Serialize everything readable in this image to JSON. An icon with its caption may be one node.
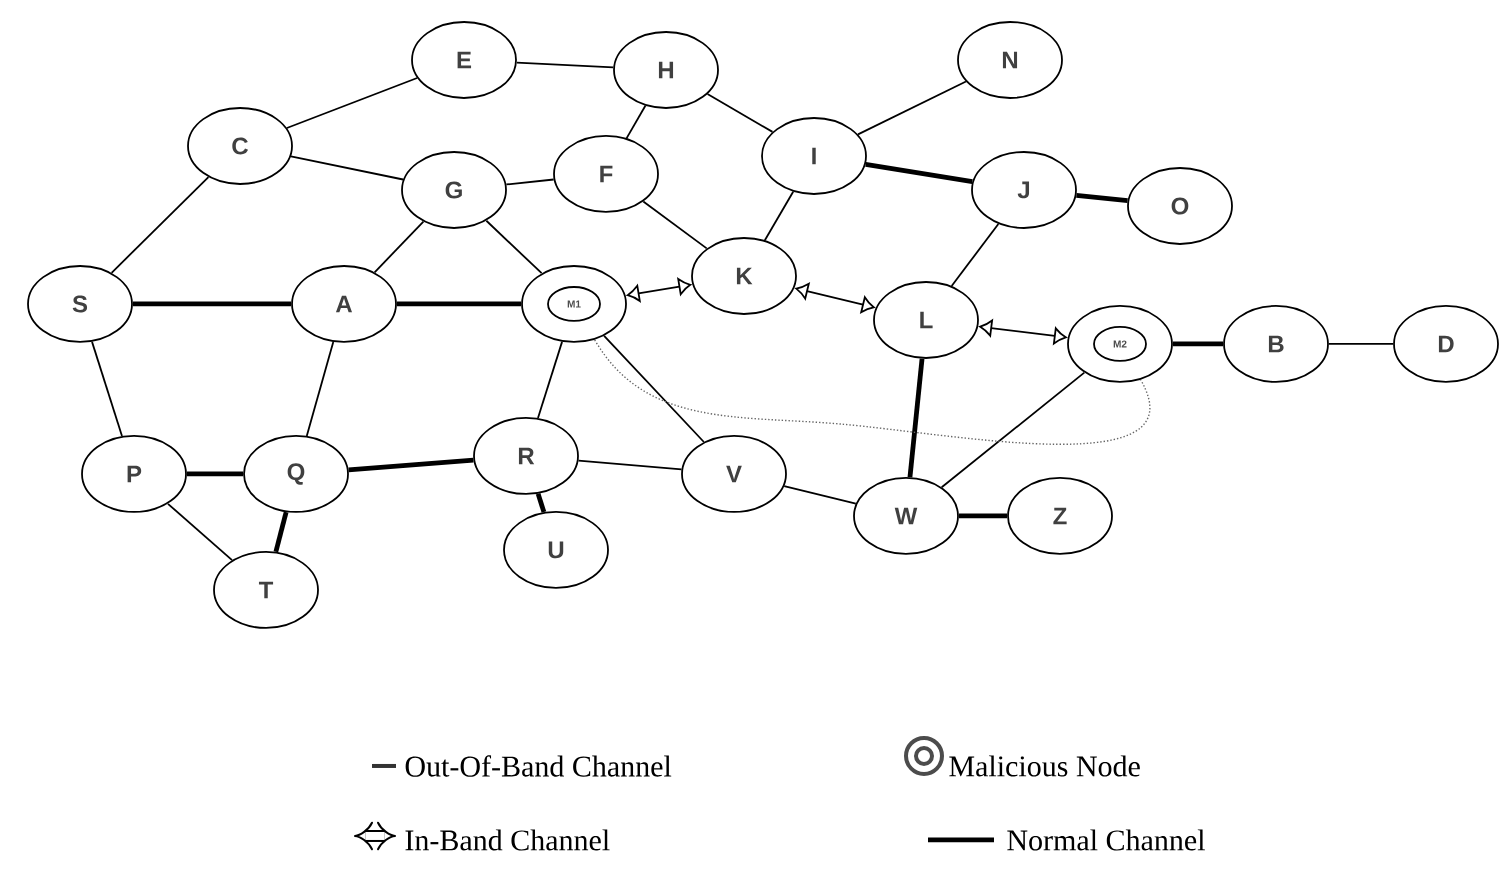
{
  "diagram": {
    "nodes": [
      {
        "text": [
          "E"
        ]
      },
      {
        "text": [
          "H"
        ]
      },
      {
        "text": [
          "N"
        ]
      },
      {
        "text": [
          "C"
        ]
      },
      {
        "text": [
          "G"
        ]
      },
      {
        "text": [
          "F"
        ]
      },
      {
        "text": [
          "I"
        ]
      },
      {
        "text": [
          "J"
        ]
      },
      {
        "text": [
          "O"
        ]
      },
      {
        "text": [
          "K"
        ]
      },
      {
        "text": [
          "S"
        ]
      },
      {
        "text": [
          "A"
        ]
      },
      {
        "text": [],
        "shape": "circle"
      },
      {
        "text": [
          "M1"
        ],
        "in": 12
      },
      {
        "text": [
          "L"
        ]
      },
      {
        "text": [],
        "shape": "circle"
      },
      {
        "text": [
          "M2"
        ],
        "in": 15
      },
      {
        "text": [
          "B"
        ]
      },
      {
        "text": [
          "D"
        ]
      },
      {
        "text": [
          "R"
        ]
      },
      {
        "text": [
          "P"
        ]
      },
      {
        "text": [
          "Q"
        ]
      },
      {
        "text": [
          "V"
        ]
      },
      {
        "text": [
          "W"
        ]
      },
      {
        "text": [
          "Z"
        ]
      },
      {
        "text": [
          "U"
        ]
      },
      {
        "text": [
          "T"
        ]
      }
    ],
    "edges": [
      {
        "from": 3,
        "to": 0,
        "arrow": "none"
      },
      {
        "from": 3,
        "to": 4,
        "arrow": "none"
      },
      {
        "from": 3,
        "to": 10,
        "arrow": "none"
      },
      {
        "from": 0,
        "to": 1,
        "arrow": "none"
      },
      {
        "from": 1,
        "to": 5,
        "arrow": "none"
      },
      {
        "from": 1,
        "to": 6,
        "arrow": "none"
      },
      {
        "from": 4,
        "to": 5,
        "arrow": "none"
      },
      {
        "from": 4,
        "to": 11,
        "arrow": "none"
      },
      {
        "from": 4,
        "to": 12,
        "arrow": "none"
      },
      {
        "from": 5,
        "to": 9,
        "arrow": "none"
      },
      {
        "from": 6,
        "to": 2,
        "arrow": "none"
      },
      {
        "from": 6,
        "to": 7,
        "arrow": "none",
        "style": "thick"
      },
      {
        "from": 6,
        "to": 9,
        "arrow": "none"
      },
      {
        "from": 7,
        "to": 8,
        "arrow": "none",
        "style": "thick"
      },
      {
        "from": 7,
        "to": 14,
        "arrow": "none"
      },
      {
        "from": 12,
        "to": 9,
        "arrow": "both"
      },
      {
        "from": 9,
        "to": 14,
        "arrow": "both"
      },
      {
        "from": 14,
        "to": 15,
        "arrow": "both"
      },
      {
        "from": 15,
        "to": 17,
        "arrow": "none",
        "style": "thick"
      },
      {
        "from": 17,
        "to": 18,
        "arrow": "none"
      },
      {
        "from": 10,
        "to": 11,
        "arrow": "none",
        "style": "thick"
      },
      {
        "from": 11,
        "to": 12,
        "arrow": "none",
        "style": "thick"
      },
      {
        "from": 10,
        "to": 20,
        "arrow": "none"
      },
      {
        "from": 11,
        "to": 21,
        "arrow": "none"
      },
      {
        "from": 12,
        "to": 19,
        "arrow": "none"
      },
      {
        "from": 12,
        "to": 22,
        "arrow": "none"
      },
      {
        "from": 20,
        "to": 21,
        "arrow": "none",
        "style": "thick"
      },
      {
        "from": 20,
        "to": 26,
        "arrow": "none"
      },
      {
        "from": 21,
        "to": 26,
        "arrow": "none",
        "style": "thick"
      },
      {
        "from": 21,
        "to": 19,
        "arrow": "none",
        "style": "thick"
      },
      {
        "from": 19,
        "to": 25,
        "arrow": "none",
        "style": "thick"
      },
      {
        "from": 19,
        "to": 22,
        "arrow": "none"
      },
      {
        "from": 22,
        "to": 23,
        "arrow": "none"
      },
      {
        "from": 14,
        "to": 23,
        "arrow": "none",
        "style": "thick"
      },
      {
        "from": 15,
        "to": 23,
        "arrow": "none"
      },
      {
        "from": 23,
        "to": 24,
        "arrow": "none",
        "style": "thick"
      },
      {
        "from": 12,
        "to": 15,
        "arrow": "none",
        "style": "dashed",
        "color": "#666666"
      }
    ],
    "legend": [
      {
        "text": "Out-Of-Band Channel"
      },
      {
        "text": "Malicious Node"
      },
      {
        "text": "In-Band Channel"
      },
      {
        "text": "Normal Channel"
      }
    ]
  }
}
